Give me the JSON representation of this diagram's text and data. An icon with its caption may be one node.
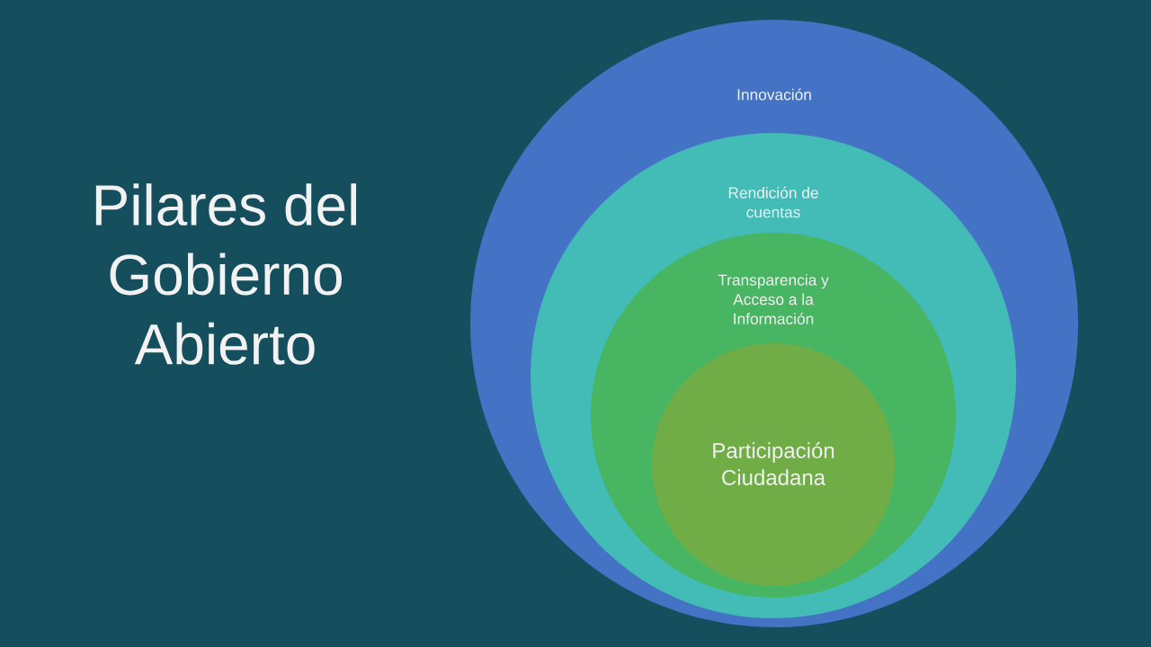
{
  "diagram": {
    "title": "Pilares del Gobierno Abierto",
    "nodes": [
      {
        "text": [
          "Innovación"
        ]
      },
      {
        "text": [
          "Rendición de cuentas"
        ],
        "in": 0
      },
      {
        "text": [
          "Transparencia y Acceso a la Información"
        ],
        "in": 1
      },
      {
        "text": [
          "Participación Ciudadana"
        ],
        "in": 2
      }
    ]
  }
}
